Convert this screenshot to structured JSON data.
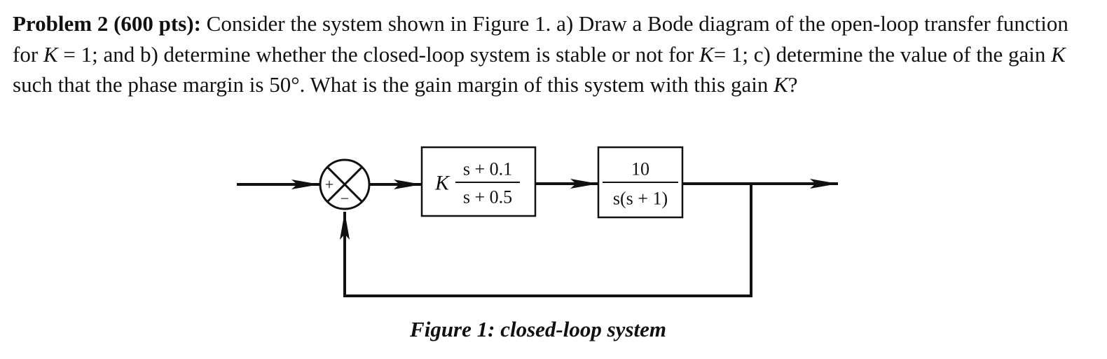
{
  "problem": {
    "heading": "Problem 2 (600 pts):",
    "t1": " Consider the system shown in Figure 1. a) Draw a Bode diagram of the open-loop transfer function for ",
    "k1": "K",
    "t2": " = 1; and b) determine whether the closed-loop system is stable or not for ",
    "k2": "K",
    "t3": "= 1; c) determine the value of the gain ",
    "k3": "K",
    "t4": " such that the phase margin is 50°. What is the gain margin of this system with this gain ",
    "k4": "K",
    "t5": "?"
  },
  "diagram": {
    "summer_plus": "+",
    "summer_minus": "−",
    "block1": {
      "gain": "K",
      "numerator": "s + 0.1",
      "denominator": "s + 0.5"
    },
    "block2": {
      "numerator": "10",
      "denominator": "s(s + 1)"
    }
  },
  "caption": "Figure 1: closed-loop system"
}
